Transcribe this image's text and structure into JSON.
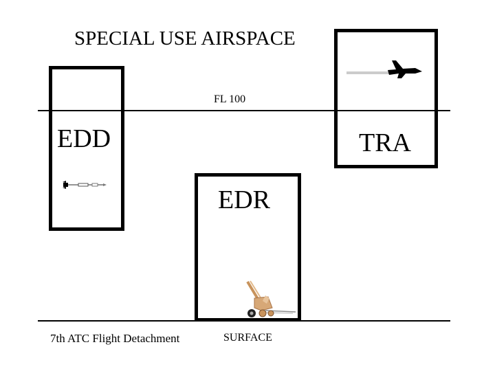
{
  "title": "SPECIAL USE AIRSPACE",
  "altitude_label": "FL 100",
  "zones": {
    "edd": "EDD",
    "tra": "TRA",
    "edr": "EDR"
  },
  "footer": {
    "left": "7th ATC Flight Detachment",
    "center": "SURFACE"
  },
  "icons": {
    "jet": "fighter-jet-icon",
    "missile": "missile-icon",
    "artillery": "artillery-icon"
  },
  "colors": {
    "line": "#000000",
    "artillery": "#d7a877"
  }
}
